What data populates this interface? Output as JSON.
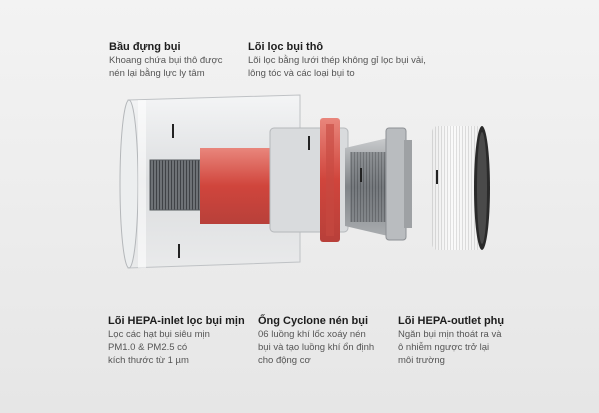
{
  "labels": [
    {
      "id": "dust-bin",
      "title": "Bầu đựng bụi",
      "desc": "Khoang chứa bụi thô được\nnén lại bằng lực ly tâm"
    },
    {
      "id": "coarse-filter",
      "title": "Lõi lọc bụi thô",
      "desc": "Lõi lọc bằng lưới thép không gỉ lọc bụi vải,\nlông tóc và các loại bụi to"
    },
    {
      "id": "hepa-inlet",
      "title": "Lõi HEPA-inlet lọc bụi mịn",
      "desc": "Lọc các hạt bụi siêu mịn\nPM1.0 & PM2.5 có\nkích thước từ 1 µm"
    },
    {
      "id": "cyclone",
      "title": "Ống Cyclone nén bụi",
      "desc": "06 luồng khí lốc xoáy nén\nbụi và tạo luồng khí ổn định\ncho động cơ"
    },
    {
      "id": "hepa-outlet",
      "title": "Lõi HEPA-outlet phụ",
      "desc": "Ngăn bụi mịn thoát ra và\nô nhiễm ngược trở lại\nmôi trường"
    }
  ],
  "colors": {
    "accent_red": "#d9544a",
    "dark_red": "#b8403a",
    "clear_plastic": "#e4e6e8",
    "metal": "#9a9ea2",
    "filter_white": "#f7f7f7",
    "text": "#1d1d1d"
  }
}
